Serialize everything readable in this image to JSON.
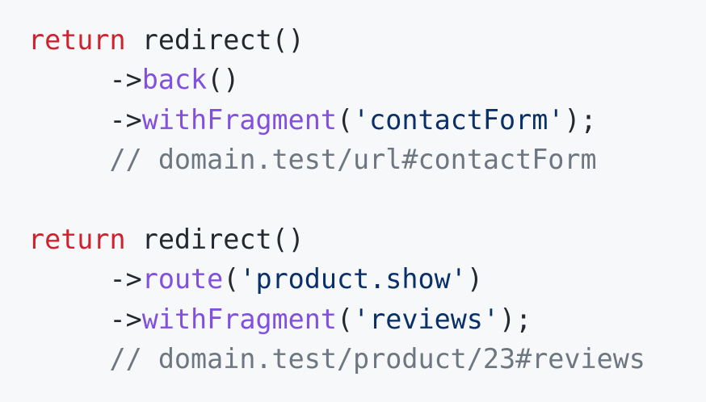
{
  "colors": {
    "background": "#f6f8fa",
    "keyword": "#cf222e",
    "function": "#8250df",
    "string": "#0a3069",
    "comment": "#6e7781",
    "plain": "#24292f"
  },
  "lines": [
    {
      "tokens": [
        {
          "t": "kw",
          "text": "return"
        },
        {
          "t": "pl",
          "text": " redirect()"
        }
      ]
    },
    {
      "tokens": [
        {
          "t": "pl",
          "text": "     ->"
        },
        {
          "t": "fn",
          "text": "back"
        },
        {
          "t": "pl",
          "text": "()"
        }
      ]
    },
    {
      "tokens": [
        {
          "t": "pl",
          "text": "     ->"
        },
        {
          "t": "fn",
          "text": "withFragment"
        },
        {
          "t": "pl",
          "text": "("
        },
        {
          "t": "str",
          "text": "'contactForm'"
        },
        {
          "t": "pl",
          "text": ");"
        }
      ]
    },
    {
      "tokens": [
        {
          "t": "cm",
          "text": "     // domain.test/url#contactForm"
        }
      ]
    },
    {
      "tokens": []
    },
    {
      "tokens": [
        {
          "t": "kw",
          "text": "return"
        },
        {
          "t": "pl",
          "text": " redirect()"
        }
      ]
    },
    {
      "tokens": [
        {
          "t": "pl",
          "text": "     ->"
        },
        {
          "t": "fn",
          "text": "route"
        },
        {
          "t": "pl",
          "text": "("
        },
        {
          "t": "str",
          "text": "'product.show'"
        },
        {
          "t": "pl",
          "text": ")"
        }
      ]
    },
    {
      "tokens": [
        {
          "t": "pl",
          "text": "     ->"
        },
        {
          "t": "fn",
          "text": "withFragment"
        },
        {
          "t": "pl",
          "text": "("
        },
        {
          "t": "str",
          "text": "'reviews'"
        },
        {
          "t": "pl",
          "text": ");"
        }
      ]
    },
    {
      "tokens": [
        {
          "t": "cm",
          "text": "     // domain.test/product/23#reviews"
        }
      ]
    }
  ]
}
